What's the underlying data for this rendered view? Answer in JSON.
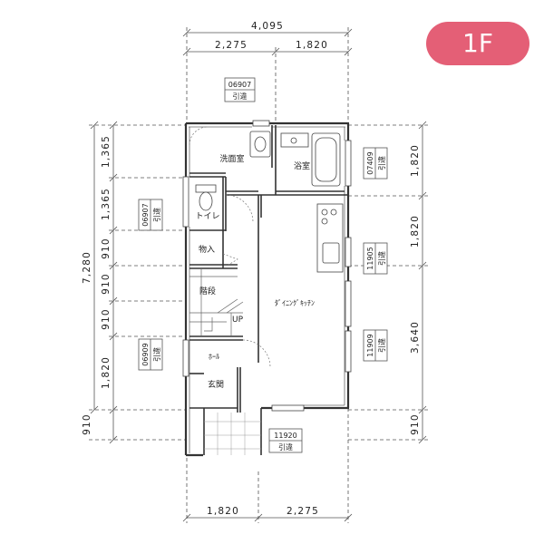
{
  "floor_badge": "1F",
  "dimensions": {
    "top_total": "4,095",
    "top_left": "2,275",
    "top_right": "1,820",
    "bottom_left": "1,820",
    "bottom_right": "2,275",
    "left_total": "7,280",
    "left_1": "1,365",
    "left_2": "1,365",
    "left_3": "910",
    "left_4": "910",
    "left_5": "910",
    "left_6": "1,820",
    "left_7": "910",
    "right_1": "1,820",
    "right_2": "1,820",
    "right_3": "3,640",
    "right_4": "910"
  },
  "rooms": {
    "washroom": "洗面室",
    "bath": "浴室",
    "toilet": "トイレ",
    "storage": "物入",
    "stairs": "階段",
    "up": "UP",
    "dining_kitchen": "ﾀﾞｲﾆﾝｸﾞｷｯﾁﾝ",
    "hall": "ﾎｰﾙ",
    "entrance": "玄関"
  },
  "tags": [
    {
      "code": "06907",
      "label": "引違"
    },
    {
      "code": "07409",
      "label": "引違"
    },
    {
      "code": "06907",
      "label": "引違"
    },
    {
      "code": "11905",
      "label": "引違"
    },
    {
      "code": "06909",
      "label": "引違"
    },
    {
      "code": "11909",
      "label": "引違"
    },
    {
      "code": "11920",
      "label": "引違"
    }
  ]
}
